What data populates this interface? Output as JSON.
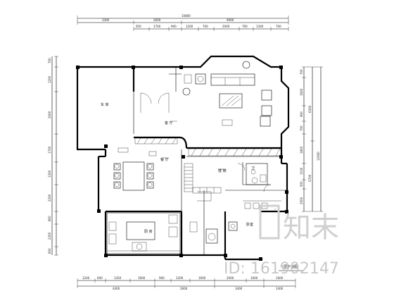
{
  "drawing": {
    "top_dims": {
      "overall": "10800",
      "row1": [
        "3300",
        "2600",
        "4900"
      ],
      "row2": [
        "650",
        "1700",
        "900",
        "1200",
        "700",
        "2000",
        "700",
        "1300",
        "700"
      ]
    },
    "bottom_dims": {
      "row1": [
        "1200",
        "600",
        "1450",
        "1600",
        "900",
        "1200",
        "1600",
        "2000",
        "1000",
        "1600"
      ],
      "row2": [
        "4400",
        "2600",
        "3400",
        "1400"
      ]
    },
    "left_dims": [
      "700",
      "1200",
      "2000",
      "1700",
      "1300",
      "2200",
      "800",
      "2300",
      "600"
    ],
    "right_dims": [
      "700",
      "1600",
      "900",
      "700",
      "1800",
      "1100",
      "500",
      "2500",
      "12000",
      "6300",
      "5700"
    ],
    "room_labels": {
      "living": "客  厅",
      "dining": "餐  厅",
      "stair": "楼  梯",
      "kitchen": "厨  房",
      "bath": "卫",
      "garage": "车  库",
      "bedroom": "卧室"
    },
    "sheet_title": "一层平面图"
  },
  "watermark": {
    "logo_text": "知末",
    "id_text": "ID: 161902147"
  }
}
